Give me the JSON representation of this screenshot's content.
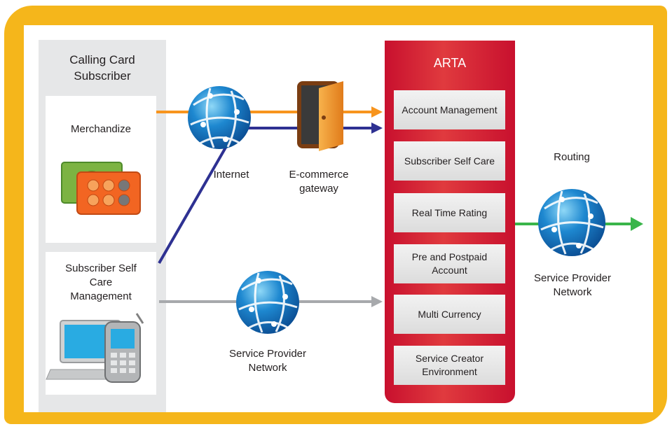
{
  "left_panel": {
    "title": "Calling Card Subscriber",
    "merchandize_label": "Merchandize",
    "self_care_label": "Subscriber Self Care Management"
  },
  "middle": {
    "internet_label": "Internet",
    "ecommerce_label": "E-commerce gateway",
    "service_provider_label": "Service Provider Network"
  },
  "arta": {
    "title": "ARTA",
    "modules": [
      "Account Management",
      "Subscriber Self Care",
      "Real Time Rating",
      "Pre and Postpaid Account",
      "Multi Currency",
      "Service Creator Environment"
    ]
  },
  "right": {
    "routing_label": "Routing",
    "service_provider_label": "Service Provider Network"
  },
  "colors": {
    "frame": "#f5b61b",
    "arta": "#d7282f",
    "orange_arrow": "#f7941d",
    "blue_arrow": "#2e3192",
    "gray_arrow": "#a7a9ac",
    "green_arrow": "#39b54a"
  }
}
